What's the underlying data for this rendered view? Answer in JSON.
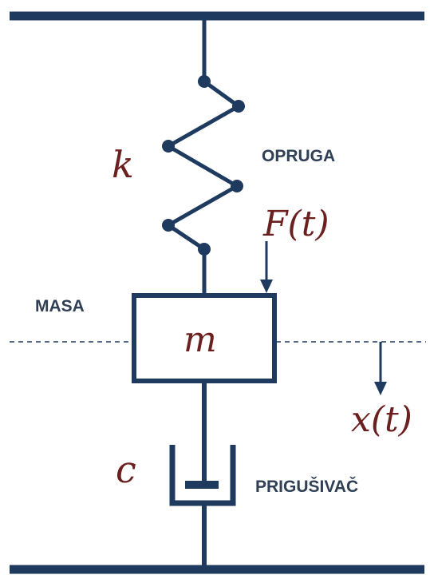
{
  "labels": {
    "spring_symbol": "k",
    "spring_name": "OPRUGA",
    "force_symbol": "F(t)",
    "mass_name": "MASA",
    "mass_symbol": "m",
    "displacement_symbol": "x(t)",
    "damper_symbol": "c",
    "damper_name": "PRIGUŠIVAČ"
  },
  "colors": {
    "structure": "#1f3a5f",
    "math_text": "#6b1f1f",
    "label_text": "#2f3f55"
  }
}
